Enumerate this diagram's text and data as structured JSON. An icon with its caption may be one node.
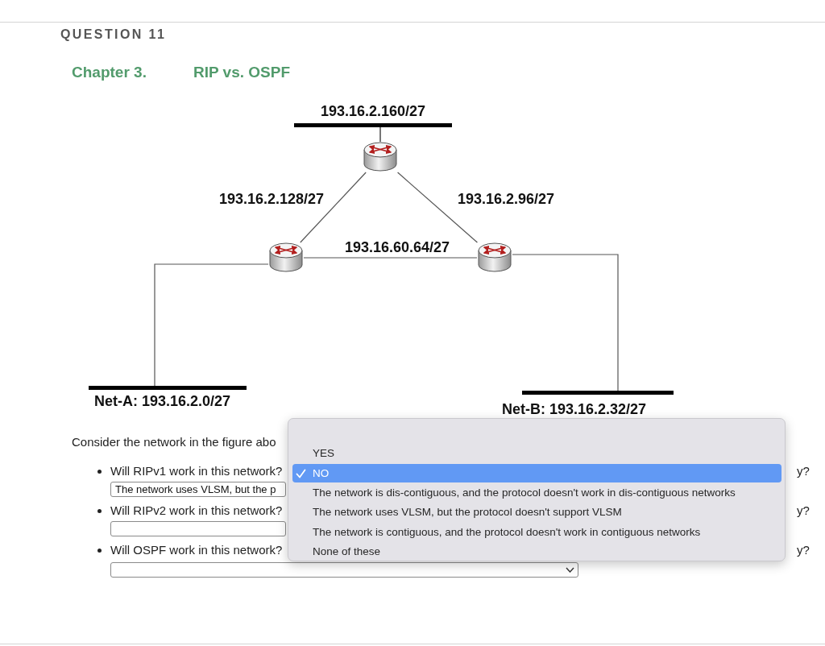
{
  "diagram": {
    "title": "QUESTION 11",
    "nodes": [
      {
        "text": [
          "193.16.2.160/27"
        ]
      },
      {
        "text": [],
        "shape": "picture"
      },
      {
        "text": [],
        "shape": "picture"
      },
      {
        "text": [],
        "shape": "picture"
      },
      {
        "text": [
          "Net-A: 193.16.2.0/27"
        ]
      },
      {
        "text": [
          "Net-B: 193.16.2.32/27"
        ]
      }
    ],
    "edges": [
      {
        "from": 0,
        "to": 1,
        "arrow": "none"
      },
      {
        "from": 1,
        "to": 2,
        "arrow": "none",
        "label": "193.16.2.128/27"
      },
      {
        "from": 1,
        "to": 3,
        "arrow": "none",
        "label": "193.16.2.96/27"
      },
      {
        "from": 2,
        "to": 3,
        "arrow": "none",
        "label": "193.16.60.64/27"
      },
      {
        "from": 2,
        "to": 4,
        "arrow": "none"
      },
      {
        "from": 3,
        "to": 5,
        "arrow": "none"
      }
    ],
    "labels": [
      "Chapter 3.",
      "RIP vs. OSPF",
      "Consider the network in the figure abo",
      "Will RIPv1 work in this network?",
      "y?",
      "The network uses VLSM, but the p",
      "Will RIPv2 work in this network?",
      "y?",
      "Will OSPF work in this network?",
      "y?",
      "YES",
      "NO",
      "The network is dis-contiguous, and the protocol doesn't work in dis-contiguous networks",
      "The network uses VLSM, but the protocol doesn't support VLSM",
      "The network is contiguous, and the protocol doesn't work in contiguous networks",
      "None of these"
    ]
  }
}
